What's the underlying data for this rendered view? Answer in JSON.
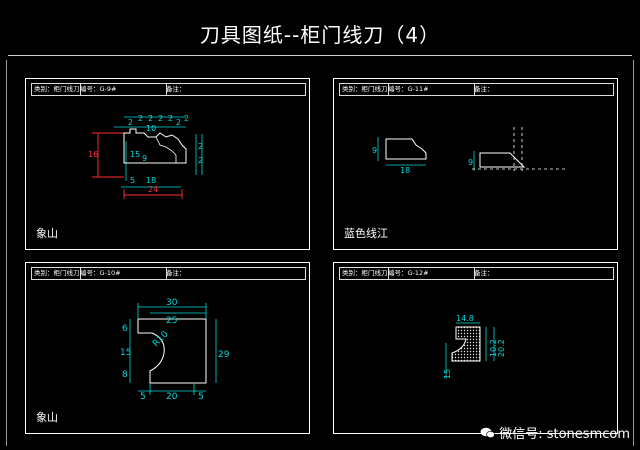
{
  "title": "刀具图纸--柜门线刀（4）",
  "panels": [
    {
      "category": "类别：柜门线刀",
      "number": "编号：G-9#",
      "remark": "备注：",
      "label": "象山",
      "dims": [
        "2",
        "2",
        "2",
        "2",
        "2",
        "2",
        "2",
        "10",
        "16",
        "15",
        "9",
        "5",
        "18",
        "24",
        "2",
        "2"
      ]
    },
    {
      "category": "类别：柜门线刀",
      "number": "编号：G-11#",
      "remark": "备注：",
      "label": "蓝色线江",
      "dims": [
        "9",
        "18",
        "9"
      ]
    },
    {
      "category": "类别：柜门线刀",
      "number": "编号：G-10#",
      "remark": "备注：",
      "label": "象山",
      "dims": [
        "30",
        "25",
        "6",
        "R10",
        "15",
        "29",
        "8",
        "5",
        "20",
        "5"
      ]
    },
    {
      "category": "类别：柜门线刀",
      "number": "编号：G-12#",
      "remark": "备注：",
      "label": "",
      "dims": [
        "14.8",
        "10.2",
        "20.2",
        "15"
      ]
    }
  ],
  "watermark": "微信号: stonesmcom",
  "colors": {
    "frame": "#ffffff",
    "profile": "#ffffff",
    "dim": "#00d9d9",
    "accent": "#ff3030",
    "centerline": "#ffffff",
    "hatch": "#e6e6e6"
  }
}
